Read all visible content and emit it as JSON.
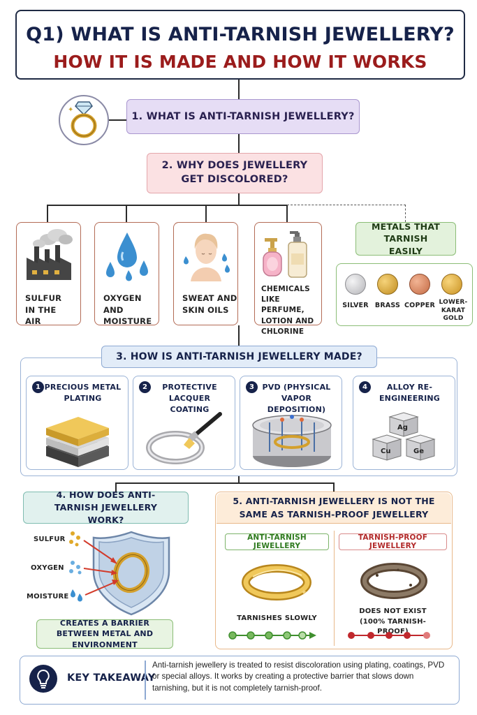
{
  "title": {
    "line1": "Q1) WHAT IS ANTI-TARNISH JEWELLERY?",
    "line2": "HOW IT IS MADE AND HOW IT WORKS"
  },
  "section1": {
    "label": "1. WHAT IS ANTI-TARNISH JEWELLERY?"
  },
  "section2": {
    "label": "2. WHY DOES JEWELLERY GET DISCOLORED?"
  },
  "causes": [
    {
      "label": "SULFUR IN THE AIR",
      "icon": "factory-icon"
    },
    {
      "label": "OXYGEN AND MOISTURE",
      "icon": "water-drops-icon"
    },
    {
      "label": "SWEAT AND SKIN OILS",
      "icon": "face-sweat-icon"
    },
    {
      "label": "CHEMICALS LIKE PERFUME, LOTION AND CHLORINE",
      "icon": "perfume-lotion-icon"
    }
  ],
  "metals": {
    "header": "METALS THAT TARNISH EASILY",
    "items": [
      {
        "label": "SILVER",
        "color": "#c9c9cc"
      },
      {
        "label": "BRASS",
        "color": "#d9a632"
      },
      {
        "label": "COPPER",
        "color": "#d98a62"
      },
      {
        "label": "LOWER-KARAT GOLD",
        "color": "#e0ae3a"
      }
    ]
  },
  "section3": {
    "label": "3. HOW IS ANTI-TARNISH JEWELLERY MADE?",
    "methods": [
      {
        "num": "1",
        "label": "PRECIOUS METAL PLATING",
        "icon": "plating-layers-icon"
      },
      {
        "num": "2",
        "label": "PROTECTIVE LACQUER COATING",
        "icon": "brush-ring-icon"
      },
      {
        "num": "3",
        "label": "PVD (PHYSICAL VAPOR DEPOSITION)",
        "icon": "vacuum-chamber-icon"
      },
      {
        "num": "4",
        "label": "ALLOY RE-ENGINEERING",
        "icon": "alloy-cubes-icon",
        "cubes": [
          "Ag",
          "Cu",
          "Ge"
        ]
      }
    ]
  },
  "section4": {
    "label": "4. HOW DOES ANTI-TARNISH JEWELLERY WORK?",
    "elements": [
      "SULFUR",
      "OXYGEN",
      "MOISTURE"
    ],
    "barrier": "CREATES A BARRIER BETWEEN METAL AND ENVIRONMENT"
  },
  "section5": {
    "label": "5. ANTI-TARNISH JEWELLERY IS NOT THE SAME AS TARNISH-PROOF JEWELLERY",
    "anti": {
      "header": "ANTI-TARNISH JEWELLERY",
      "result": "TARNISHES SLOWLY",
      "color": "#3f8f2e"
    },
    "proof": {
      "header": "TARNISH-PROOF JEWELLERY",
      "result": "DOES NOT EXIST (100% TARNISH-PROOF)",
      "color": "#c0282d"
    }
  },
  "takeaway": {
    "label": "KEY TAKEAWAY",
    "text": "Anti-tarnish jewellery is treated to resist discoloration using plating, coatings, PVD or special alloys.  It works by creating a protective barrier that slows down tarnishing, but it is not completely tarnish-proof."
  }
}
